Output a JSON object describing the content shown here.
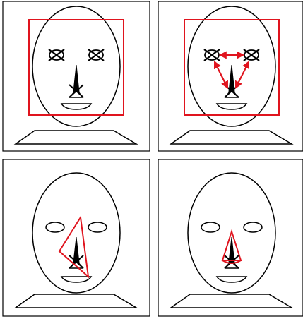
{
  "colors": {
    "line": "#000000",
    "highlight": "#e0141e",
    "background": "#ffffff"
  },
  "panels": [
    {
      "id": "panel-top-left",
      "eyes": "crossed",
      "nose_marker": true,
      "annotation": "face-bounding-box"
    },
    {
      "id": "panel-top-right",
      "eyes": "crossed",
      "nose_marker": true,
      "annotation": "face-bounding-box-with-landmark-arrows"
    },
    {
      "id": "panel-bottom-left",
      "eyes": "open",
      "nose_marker": true,
      "annotation": "tilted-nose-triangle"
    },
    {
      "id": "panel-bottom-right",
      "eyes": "open",
      "nose_marker": true,
      "annotation": "nose-triangle"
    }
  ]
}
